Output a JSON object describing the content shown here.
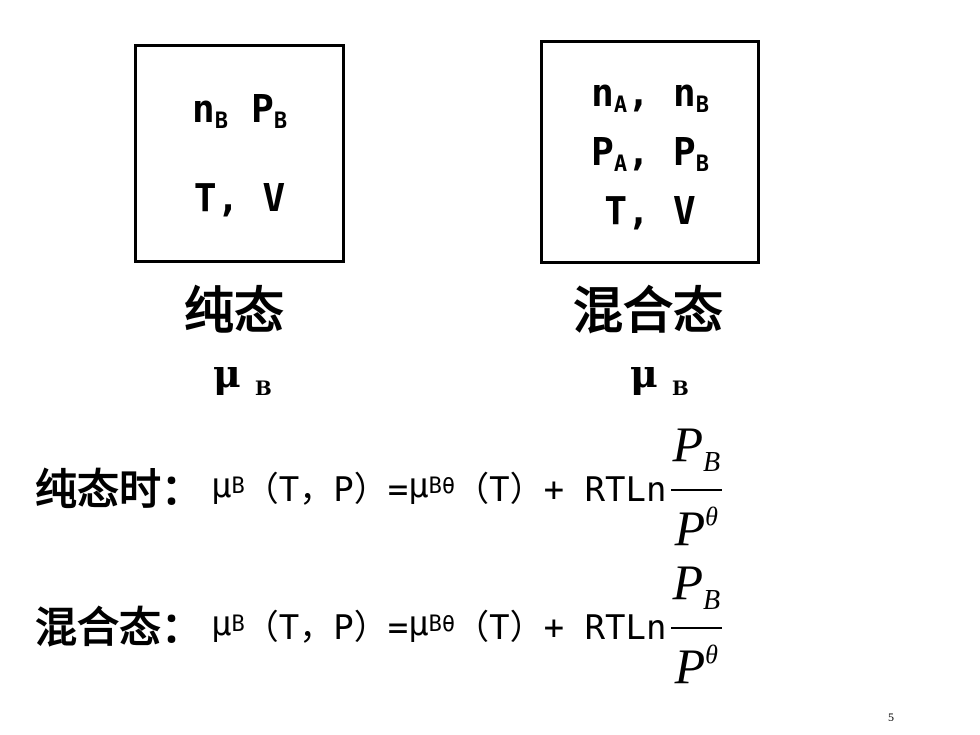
{
  "pure_box": {
    "line1_n": "n",
    "line1_n_sub": "B",
    "line1_p": "P",
    "line1_p_sub": "B",
    "line2": "T, V"
  },
  "mix_box": {
    "line1_n1": "n",
    "line1_n1_sub": "A",
    "line1_sep": ",",
    "line1_n2": "n",
    "line1_n2_sub": "B",
    "line2_p1": "P",
    "line2_p1_sub": "A",
    "line2_sep": ",",
    "line2_p2": "P",
    "line2_p2_sub": "B",
    "line3": "T, V"
  },
  "labels": {
    "pure": "纯态",
    "mix": "混合态",
    "mu": "μ",
    "mu_sub": "B"
  },
  "formula_pure": {
    "caption": "纯态时：",
    "lhs": "μ",
    "lhs_sub": "B",
    "args": "（T，P）=",
    "std": "μ",
    "std_sub": "B",
    "std_sup": "θ",
    "t_arg": "（T）+ RTLn",
    "num": "P",
    "num_sub": "B",
    "den": "P",
    "den_sup": "θ"
  },
  "formula_mix": {
    "caption": "混合态：",
    "lhs": "μ",
    "lhs_sub": "B",
    "args": "（T，P）=",
    "std": "μ",
    "std_sub": "B",
    "std_sup": "θ",
    "t_arg": "（T）+ RTLn",
    "num": "P",
    "num_sub": "B",
    "den": "P",
    "den_sup": "θ"
  },
  "page_number": "5"
}
